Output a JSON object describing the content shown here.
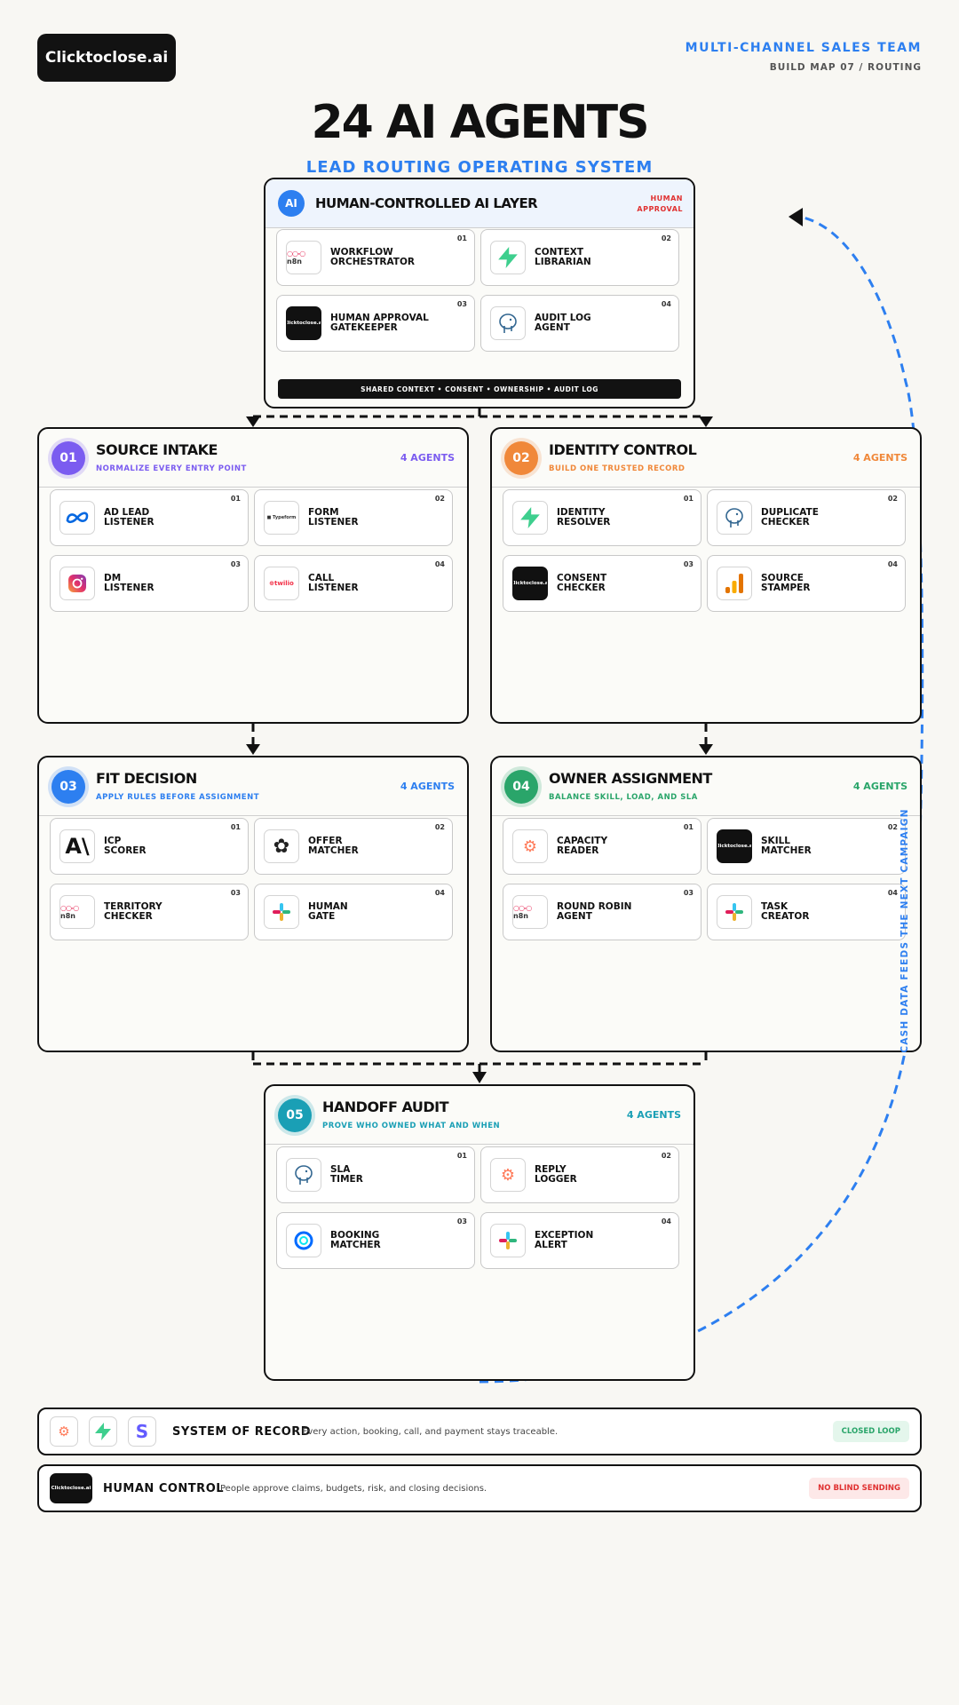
{
  "header": {
    "logo": "Clicktoclose.ai",
    "team_title": "MULTI-CHANNEL SALES TEAM",
    "build_map": "BUILD MAP 07 / ROUTING",
    "title": "24 AI AGENTS",
    "subtitle": "LEAD ROUTING OPERATING SYSTEM"
  },
  "ai_layer": {
    "badge": "AI",
    "title": "HUMAN-CONTROLLED AI LAYER",
    "approval_line1": "HUMAN",
    "approval_line2": "APPROVAL",
    "shared_bar": "SHARED CONTEXT • CONSENT • OWNERSHIP • AUDIT LOG",
    "cards": [
      {
        "num": "01",
        "label": "WORKFLOW\nORCHESTRATOR",
        "icon": "n8n-icon"
      },
      {
        "num": "02",
        "label": "CONTEXT\nLIBRARIAN",
        "icon": "supabase-bolt-icon"
      },
      {
        "num": "03",
        "label": "HUMAN APPROVAL\nGATEKEEPER",
        "icon": "clicktoclose-icon"
      },
      {
        "num": "04",
        "label": "AUDIT LOG\nAGENT",
        "icon": "postgres-elephant-icon"
      }
    ]
  },
  "stages": [
    {
      "num": "01",
      "title": "SOURCE INTAKE",
      "subtitle": "NORMALIZE EVERY ENTRY POINT",
      "count": "4 AGENTS",
      "color": "#7b5cf0",
      "cards": [
        {
          "num": "01",
          "label": "AD LEAD\nLISTENER",
          "icon": "meta-icon"
        },
        {
          "num": "02",
          "label": "FORM\nLISTENER",
          "icon": "typeform-icon"
        },
        {
          "num": "03",
          "label": "DM\nLISTENER",
          "icon": "instagram-icon"
        },
        {
          "num": "04",
          "label": "CALL\nLISTENER",
          "icon": "twilio-icon"
        }
      ]
    },
    {
      "num": "02",
      "title": "IDENTITY CONTROL",
      "subtitle": "BUILD ONE TRUSTED RECORD",
      "count": "4 AGENTS",
      "color": "#f0883a",
      "cards": [
        {
          "num": "01",
          "label": "IDENTITY\nRESOLVER",
          "icon": "supabase-bolt-icon"
        },
        {
          "num": "02",
          "label": "DUPLICATE\nCHECKER",
          "icon": "postgres-elephant-icon"
        },
        {
          "num": "03",
          "label": "CONSENT\nCHECKER",
          "icon": "clicktoclose-icon"
        },
        {
          "num": "04",
          "label": "SOURCE\nSTAMPER",
          "icon": "analytics-bars-icon"
        }
      ]
    },
    {
      "num": "03",
      "title": "FIT DECISION",
      "subtitle": "APPLY RULES BEFORE ASSIGNMENT",
      "count": "4 AGENTS",
      "color": "#2d7ff0",
      "cards": [
        {
          "num": "01",
          "label": "ICP\nSCORER",
          "icon": "anthropic-icon"
        },
        {
          "num": "02",
          "label": "OFFER\nMATCHER",
          "icon": "openai-icon"
        },
        {
          "num": "03",
          "label": "TERRITORY\nCHECKER",
          "icon": "n8n-icon"
        },
        {
          "num": "04",
          "label": "HUMAN\nGATE",
          "icon": "slack-icon"
        }
      ]
    },
    {
      "num": "04",
      "title": "OWNER ASSIGNMENT",
      "subtitle": "BALANCE SKILL, LOAD, AND SLA",
      "count": "4 AGENTS",
      "color": "#2aa56a",
      "cards": [
        {
          "num": "01",
          "label": "CAPACITY\nREADER",
          "icon": "hubspot-icon"
        },
        {
          "num": "02",
          "label": "SKILL\nMATCHER",
          "icon": "clicktoclose-icon"
        },
        {
          "num": "03",
          "label": "ROUND ROBIN\nAGENT",
          "icon": "n8n-icon"
        },
        {
          "num": "04",
          "label": "TASK\nCREATOR",
          "icon": "slack-icon"
        }
      ]
    },
    {
      "num": "05",
      "title": "HANDOFF AUDIT",
      "subtitle": "PROVE WHO OWNED WHAT AND WHEN",
      "count": "4 AGENTS",
      "color": "#1a9fb5",
      "cards": [
        {
          "num": "01",
          "label": "SLA\nTIMER",
          "icon": "postgres-elephant-icon"
        },
        {
          "num": "02",
          "label": "REPLY\nLOGGER",
          "icon": "hubspot-icon"
        },
        {
          "num": "03",
          "label": "BOOKING\nMATCHER",
          "icon": "calendly-icon"
        },
        {
          "num": "04",
          "label": "EXCEPTION\nALERT",
          "icon": "slack-icon"
        }
      ]
    }
  ],
  "feedback_label": "CASH DATA FEEDS THE NEXT CAMPAIGN",
  "system_of_record": {
    "title": "SYSTEM OF RECORD",
    "desc": "Every action, booking, call, and payment stays traceable.",
    "badge": "CLOSED LOOP",
    "icons": [
      "hubspot-icon",
      "supabase-bolt-icon",
      "stripe-icon"
    ]
  },
  "human_control": {
    "title": "HUMAN CONTROL",
    "desc": "People approve claims, budgets, risk, and closing decisions.",
    "badge": "NO BLIND SENDING",
    "icon": "clicktoclose-icon"
  },
  "colors": {
    "accent_blue": "#2d7ff0",
    "approval_red": "#e03131",
    "closed_loop_green": "#2aa56a",
    "no_blind_red": "#e03131"
  }
}
